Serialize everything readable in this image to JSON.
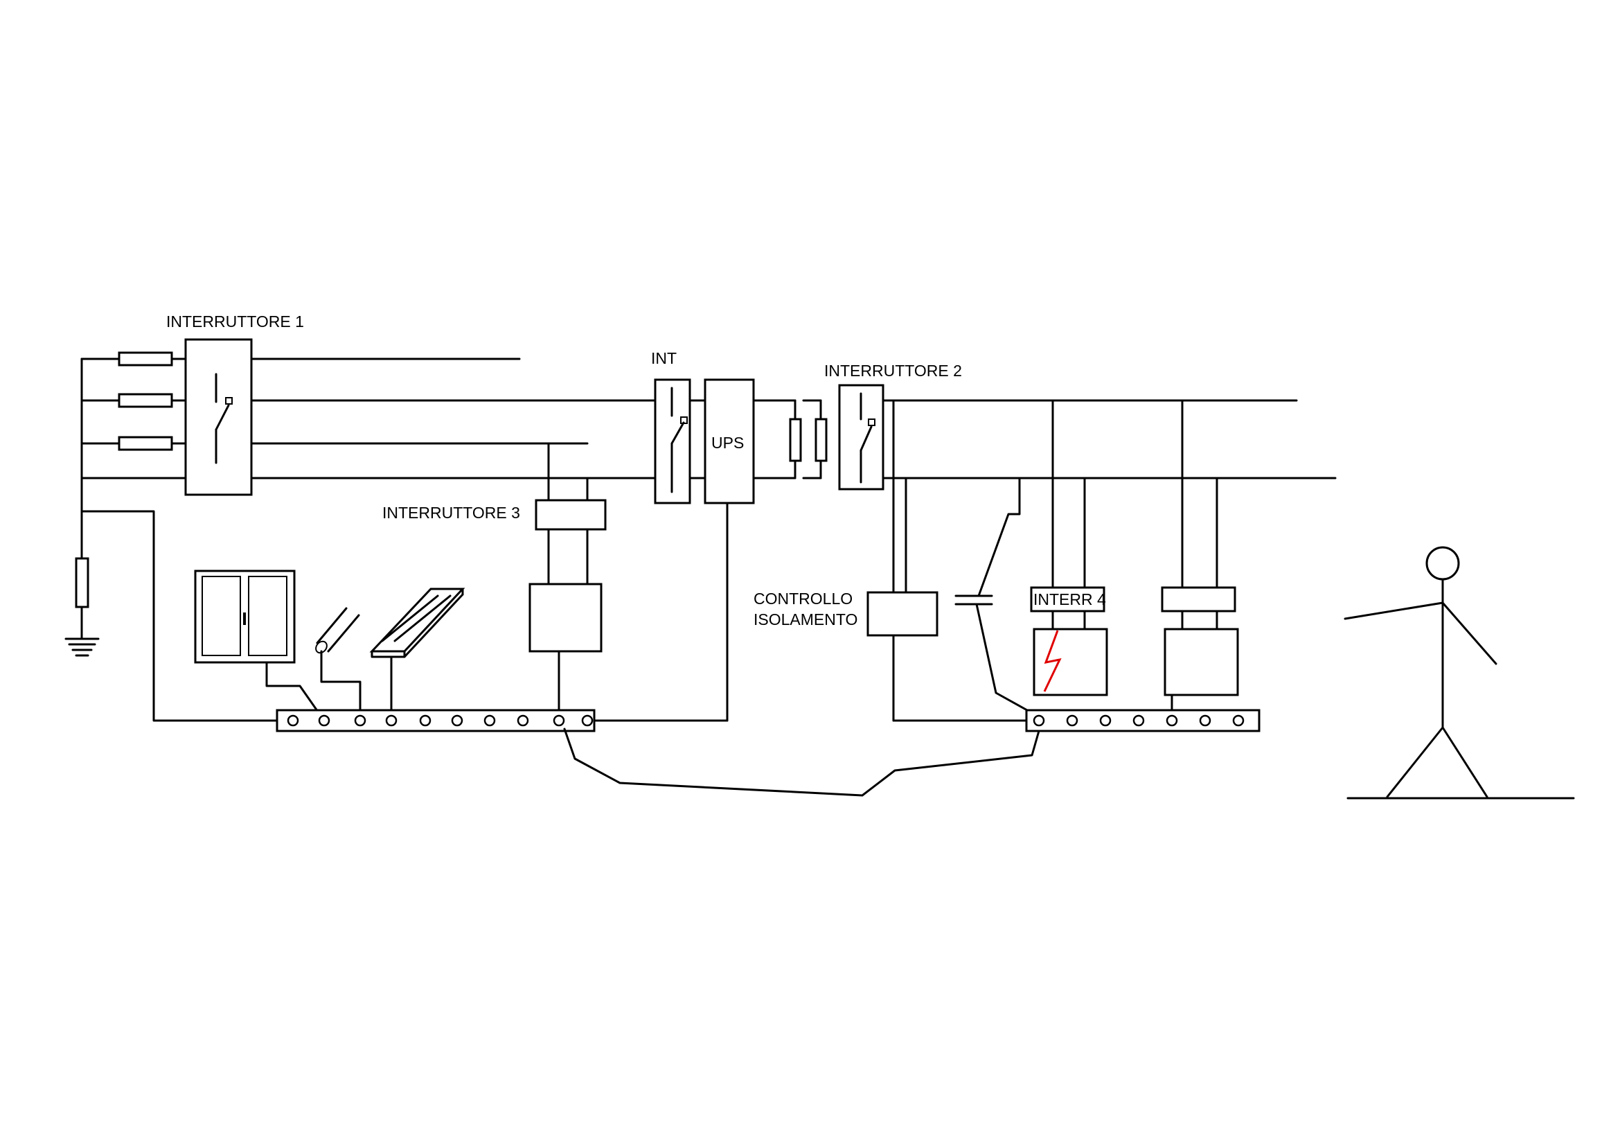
{
  "labels": {
    "interruttore_1": "INTERRUTTORE 1",
    "int": "INT",
    "ups": "UPS",
    "interruttore_2": "INTERRUTTORE 2",
    "interruttore_3": "INTERRUTTORE 3",
    "controllo_line1": "CONTROLLO",
    "controllo_line2": "ISOLAMENTO",
    "interr_4": "INTERR 4"
  },
  "colors": {
    "wire": "#000000",
    "fault": "#e00000"
  },
  "icons": [
    "ground-icon",
    "resistor-icon",
    "switch-icon",
    "window-icon",
    "pipe-icon",
    "cable-tray-icon",
    "capacitor-icon",
    "fault-bolt-icon",
    "person-icon"
  ]
}
